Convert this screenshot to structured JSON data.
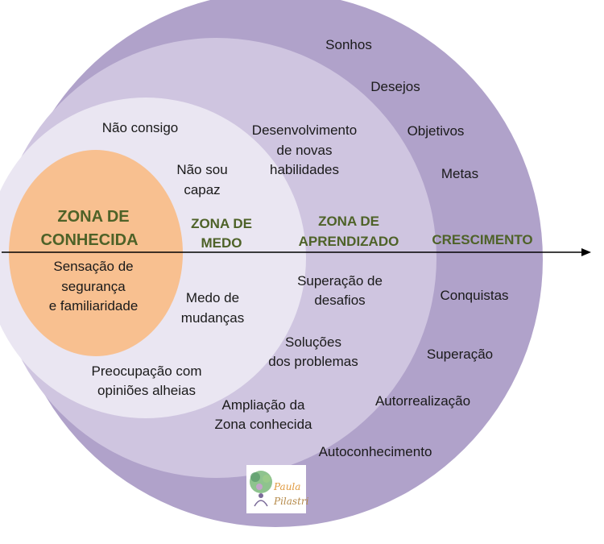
{
  "colors": {
    "outer": "#b0a2ca",
    "middle": "#cfc5e0",
    "inner": "#eae6f2",
    "core": "#f8c090",
    "zone_text": "#4e6228",
    "axis": "#000000"
  },
  "zones": {
    "known": [
      "ZONA DE",
      "CONHECIDA"
    ],
    "fear": [
      "ZONA DE",
      "MEDO"
    ],
    "learning": [
      "ZONA DE",
      "APRENDIZADO"
    ],
    "growth": "CRESCIMENTO"
  },
  "known_items": [
    "Sensação de",
    "segurança",
    "e familiaridade"
  ],
  "fear_items": {
    "nao_consigo": "Não consigo",
    "nao_sou_capaz": [
      "Não sou",
      "capaz"
    ],
    "medo_mudancas": [
      "Medo de",
      "mudanças"
    ],
    "preocupacao": [
      "Preocupação com",
      "opiniões alheias"
    ]
  },
  "learning_items": {
    "desenvolvimento": [
      "Desenvolvimento",
      "de novas",
      "habilidades"
    ],
    "superacao_desafios": [
      "Superação de",
      "desafios"
    ],
    "solucoes": [
      "Soluções",
      "dos problemas"
    ],
    "ampliacao": [
      "Ampliação da",
      "Zona conhecida"
    ]
  },
  "growth_items": {
    "sonhos": "Sonhos",
    "desejos": "Desejos",
    "objetivos": "Objetivos",
    "metas": "Metas",
    "conquistas": "Conquistas",
    "superacao": "Superação",
    "autorrealizacao": "Autorrealização",
    "autoconhecimento": "Autoconhecimento"
  },
  "logo": {
    "line1": "Paula",
    "line2": "Pilastri"
  }
}
